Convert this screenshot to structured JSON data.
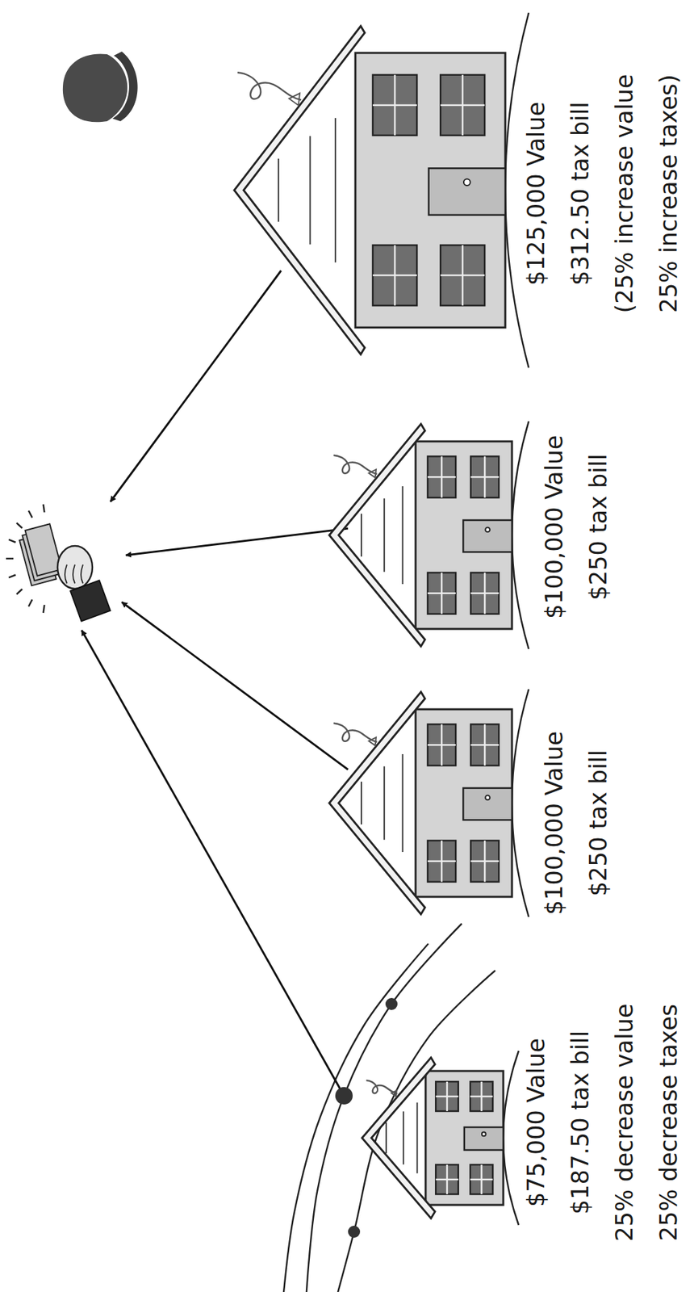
{
  "diagram": {
    "nodes": [
      {
        "text": [
          "$75,000 Value",
          "$187.50 tax bill",
          "25% decrease value",
          "25% decrease taxes"
        ]
      },
      {
        "text": [
          "$100,000 Value",
          "$250 tax bill"
        ]
      },
      {
        "text": [
          "$100,000 Value",
          "$250 tax bill"
        ]
      },
      {
        "text": [
          "$125,000 Value",
          "$312.50 tax bill",
          "(25% increase value",
          "25% increase taxes)"
        ]
      }
    ]
  }
}
